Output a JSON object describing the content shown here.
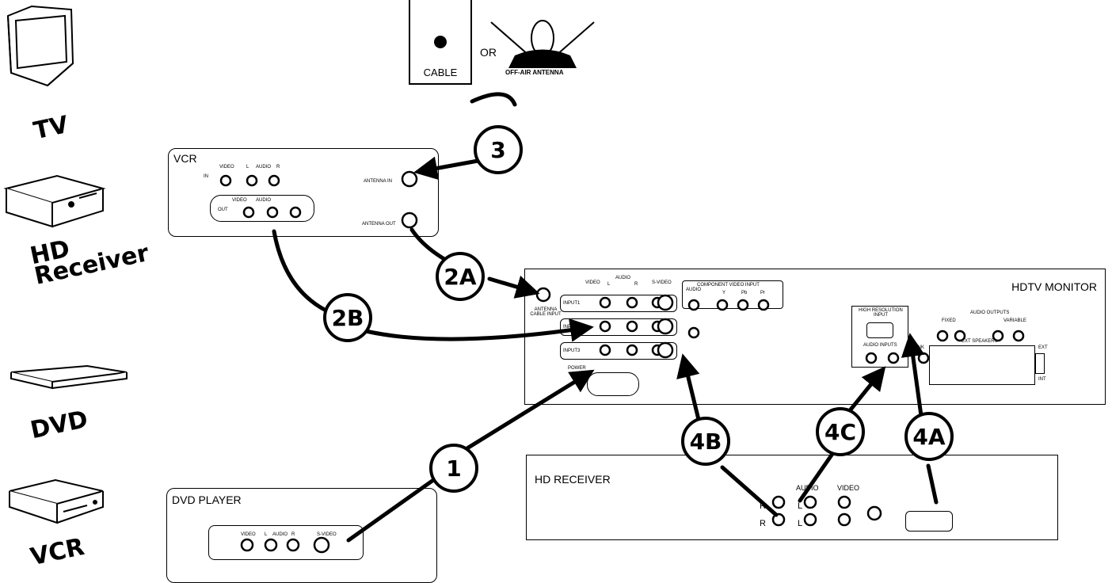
{
  "side_labels": {
    "tv": "TV",
    "hd_receiver": "HD\nReceiver",
    "dvd": "DVD",
    "vcr": "VCR"
  },
  "sources": {
    "cable": "CABLE",
    "or": "OR",
    "antenna": "OFF-AIR ANTENNA"
  },
  "vcr_panel": {
    "title": "VCR",
    "in": "IN",
    "out": "OUT",
    "video": "VIDEO",
    "audio_l": "L",
    "audio": "AUDIO",
    "audio_r": "R",
    "antenna_in": "ANTENNA IN",
    "antenna_out": "ANTENNA OUT"
  },
  "hdtv_panel": {
    "title": "HDTV MONITOR",
    "antenna_cable": "ANTENNA CABLE INPUT",
    "video": "VIDEO",
    "audio": "AUDIO",
    "l": "L",
    "r": "R",
    "svideo": "S-VIDEO",
    "component": "COMPONENT VIDEO INPUT",
    "y": "Y",
    "pb": "Pb",
    "pr": "Pr",
    "input1": "INPUT1",
    "input2": "INPUT2",
    "input3": "INPUT3",
    "power": "POWER",
    "high_res": "HIGH RESOLUTION INPUT",
    "audio_inputs": "AUDIO INPUTS",
    "audio_outputs": "AUDIO OUTPUTS",
    "fixed": "FIXED",
    "variable": "VARIABLE",
    "ext_speakers": "EXT SPEAKERS",
    "g_link": "G-LINK",
    "int": "INT",
    "ext": "EXT"
  },
  "hd_receiver_panel": {
    "title": "HD RECEIVER",
    "audio": "AUDIO",
    "video": "VIDEO",
    "r": "R",
    "l": "L"
  },
  "dvd_panel": {
    "title": "DVD PLAYER",
    "video": "VIDEO",
    "l": "L",
    "audio": "AUDIO",
    "r": "R",
    "svideo": "S-VIDEO"
  },
  "steps": {
    "s1": "1",
    "s2a": "2A",
    "s2b": "2B",
    "s3": "3",
    "s4a": "4A",
    "s4b": "4B",
    "s4c": "4C"
  }
}
